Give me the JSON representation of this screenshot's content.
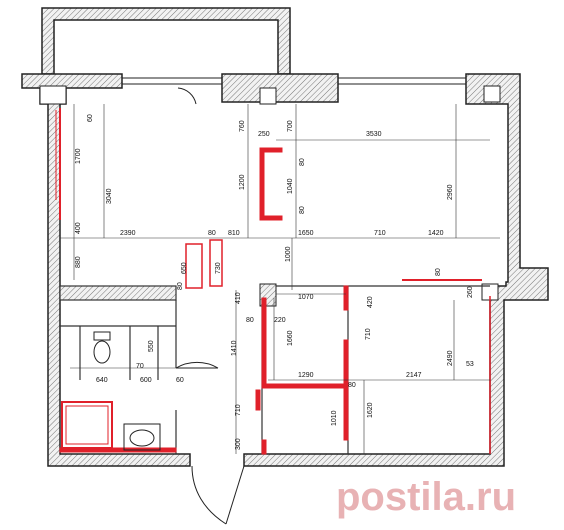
{
  "colors": {
    "wall": "#4a4a4a",
    "hatch": "#d0d0d0",
    "red": "#e0202a",
    "dimline": "#333333",
    "watermark": "#e8b2b4"
  },
  "watermark": "postila.ru",
  "dims": {
    "d60": "60",
    "d1700": "1700",
    "d3040": "3040",
    "d400": "400",
    "d880": "880",
    "d2390": "2390",
    "d760": "760",
    "d250": "250",
    "d700": "700",
    "d3530": "3530",
    "d1200": "1200",
    "d1040": "1040",
    "d80a": "80",
    "d80b": "80",
    "d2960": "2960",
    "d80c": "80",
    "d810": "810",
    "d1650": "1650",
    "d710a": "710",
    "d1420": "1420",
    "d650": "650",
    "d730": "730",
    "d80d": "80",
    "d1000": "1000",
    "d80e": "80",
    "d260": "260",
    "d410": "410",
    "d1070": "1070",
    "d420": "420",
    "d80f": "80",
    "d220": "220",
    "d1660": "1660",
    "d710b": "710",
    "d1410": "1410",
    "d2490": "2490",
    "d53": "53",
    "d550": "550",
    "d70": "70",
    "d640": "640",
    "d600": "600",
    "d60b": "60",
    "d1290": "1290",
    "d2147": "2147",
    "d80g": "80",
    "d710c": "710",
    "d1010": "1010",
    "d1620": "1620",
    "d300": "300"
  }
}
